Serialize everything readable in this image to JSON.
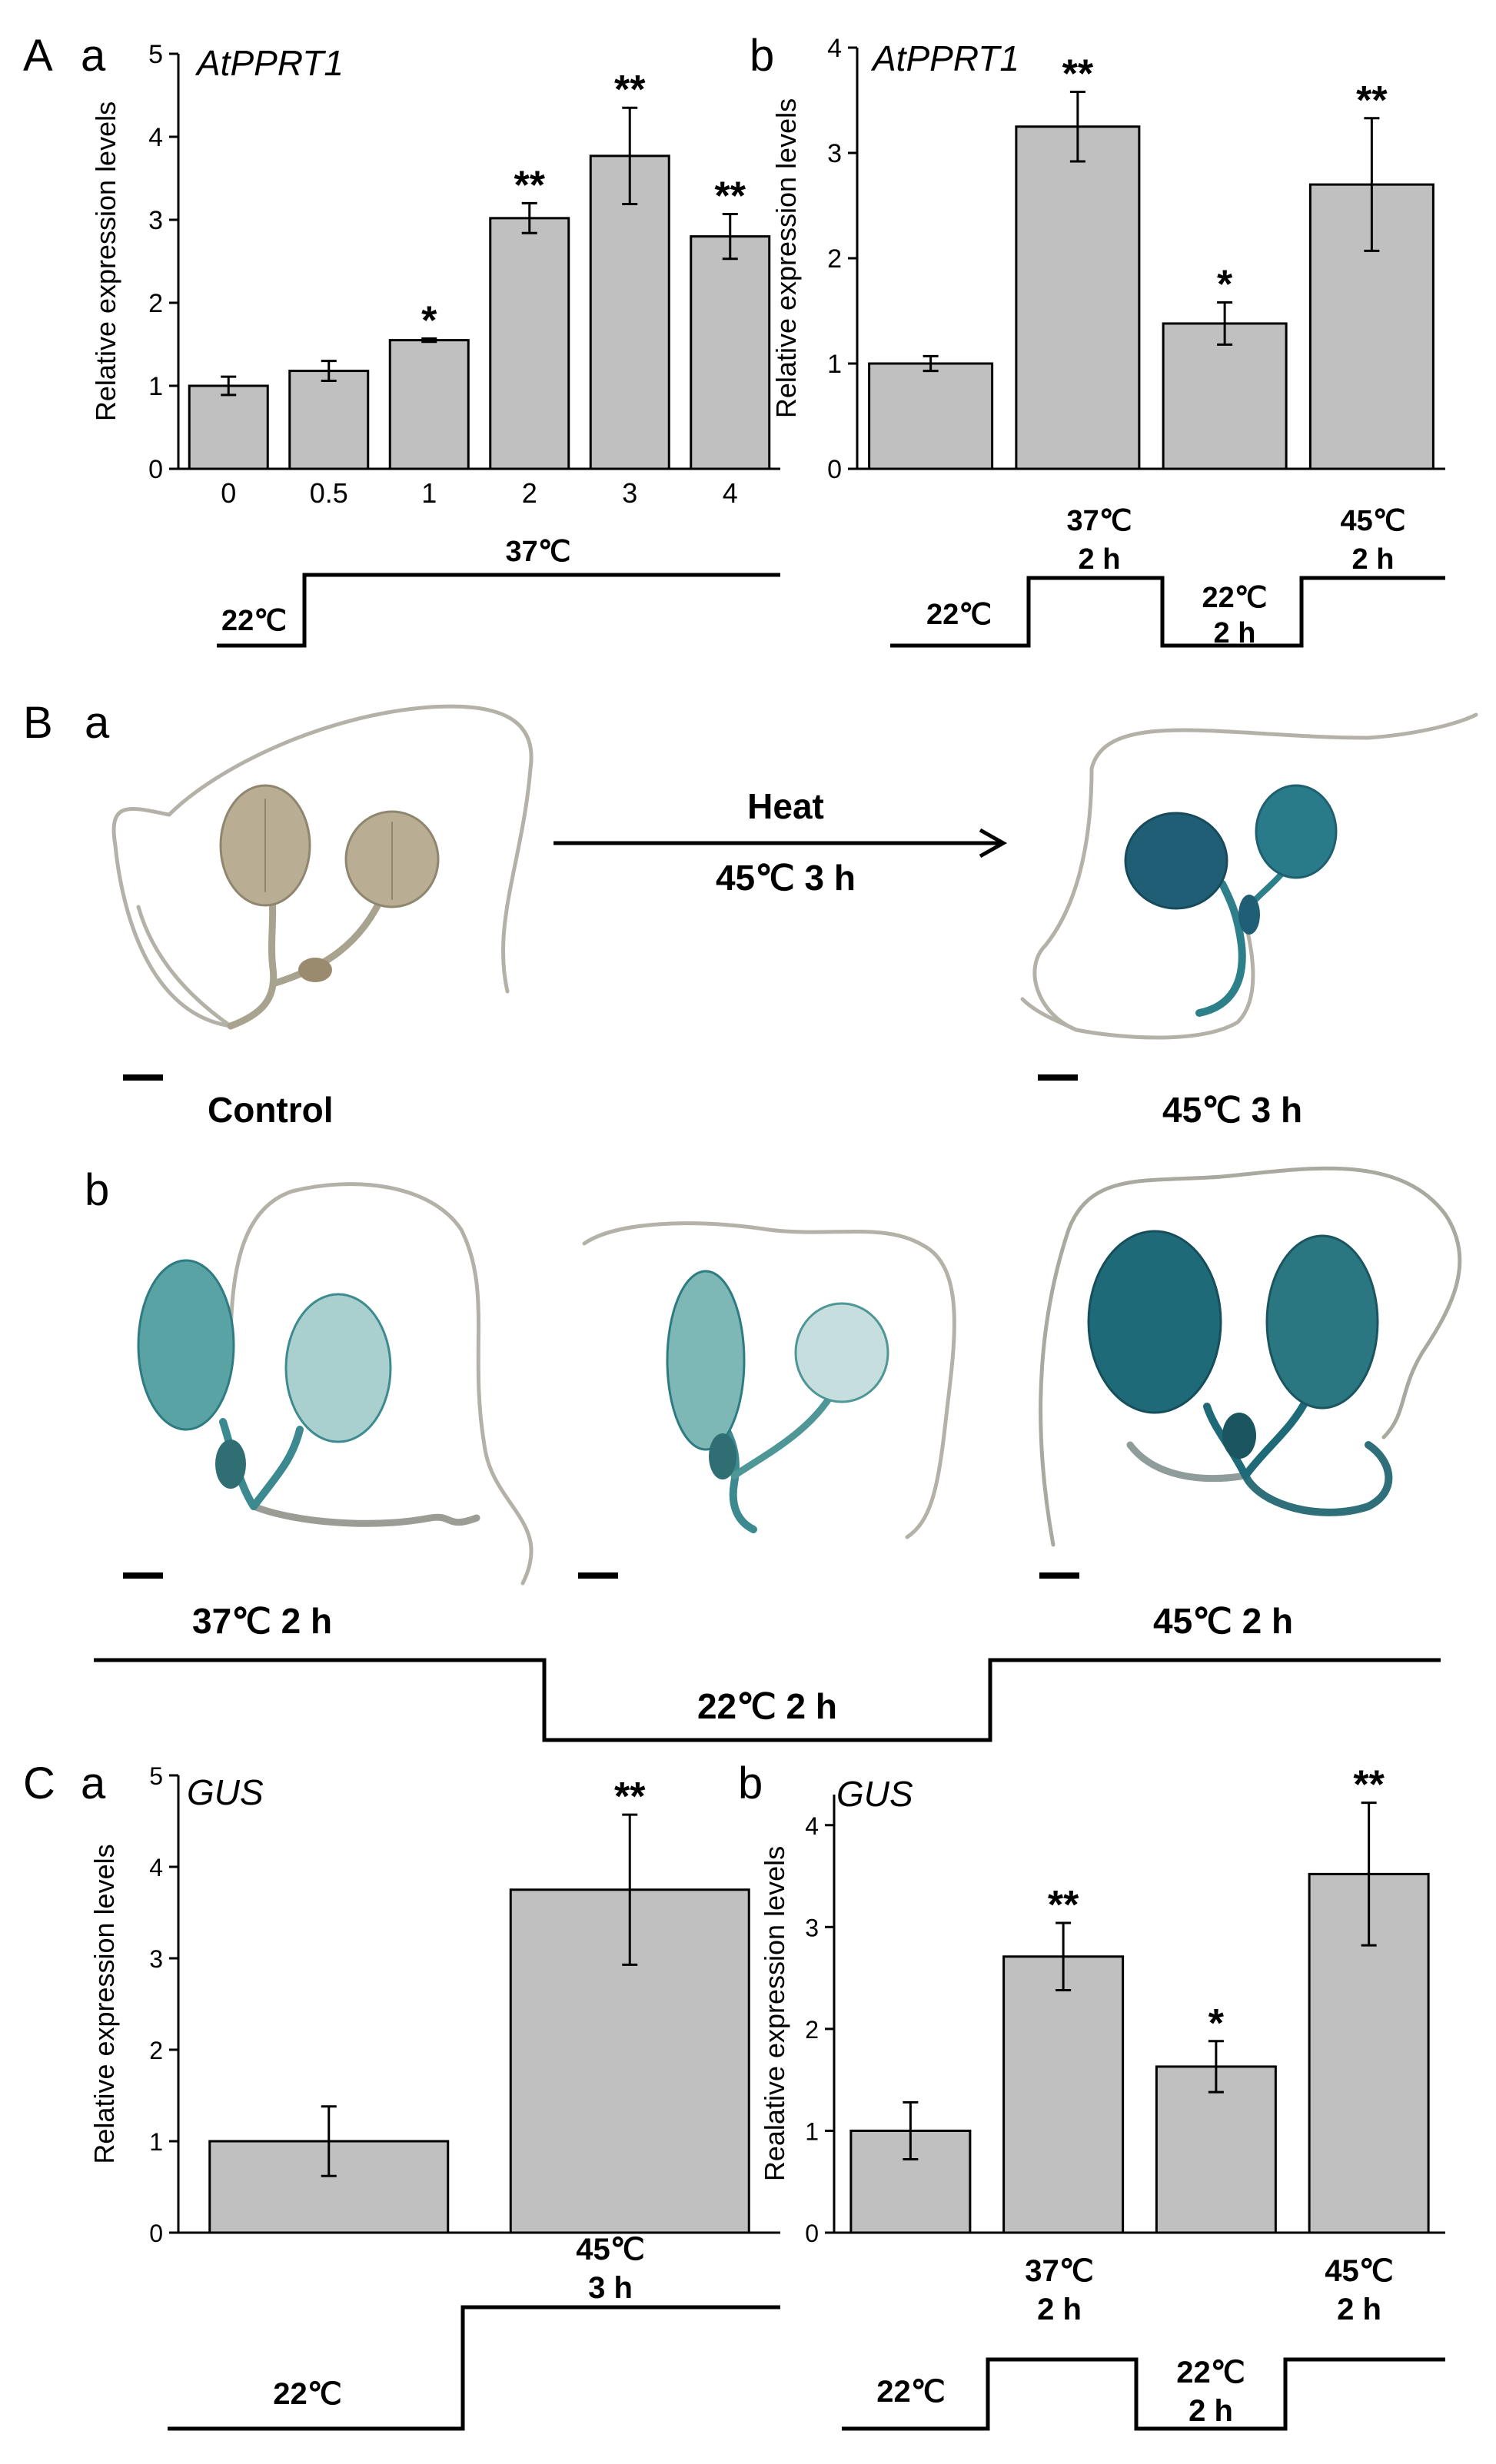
{
  "panel_labels": {
    "A": "A",
    "Aa": "a",
    "Ab": "b",
    "B": "B",
    "Ba": "a",
    "Bb": "b",
    "C": "C",
    "Ca": "a",
    "Cb": "b"
  },
  "chart_data": [
    {
      "id": "Aa",
      "type": "bar",
      "gene_label": "AtPPRT1",
      "ylabel": "Relative expression levels",
      "ylim": [
        0,
        5
      ],
      "yticks": [
        "0",
        "1",
        "2",
        "3",
        "4",
        "5"
      ],
      "categories": [
        "0",
        "0.5",
        "1",
        "2",
        "3",
        "4"
      ],
      "values": [
        1.0,
        1.18,
        1.55,
        3.02,
        3.77,
        2.8
      ],
      "errors": [
        0.11,
        0.12,
        0.02,
        0.18,
        0.58,
        0.27
      ],
      "significance": [
        "",
        "",
        "*",
        "**",
        "**",
        "**"
      ],
      "color": "#c0c0c0",
      "grid": false
    },
    {
      "id": "Ab",
      "type": "bar",
      "gene_label": "AtPPRT1",
      "ylabel": "Relative expression levels",
      "ylim": [
        0,
        4
      ],
      "yticks": [
        "0",
        "1",
        "2",
        "3",
        "4"
      ],
      "categories": [
        "",
        "",
        "",
        ""
      ],
      "values": [
        1.0,
        3.25,
        1.38,
        2.7
      ],
      "errors": [
        0.07,
        0.33,
        0.2,
        0.63
      ],
      "significance": [
        "",
        "**",
        "*",
        "**"
      ],
      "color": "#c0c0c0",
      "grid": false
    },
    {
      "id": "Ca",
      "type": "bar",
      "gene_label": "GUS",
      "ylabel": "Relative expression levels",
      "ylim": [
        0,
        5
      ],
      "yticks": [
        "0",
        "1",
        "2",
        "3",
        "4",
        "5"
      ],
      "categories": [
        "",
        ""
      ],
      "values": [
        1.0,
        3.75
      ],
      "errors": [
        0.38,
        0.82
      ],
      "significance": [
        "",
        "**"
      ],
      "color": "#c0c0c0",
      "grid": false
    },
    {
      "id": "Cb",
      "type": "bar",
      "gene_label": "GUS",
      "ylabel": "Realative expression levels",
      "ylim": [
        0,
        4.3
      ],
      "yticks": [
        "0",
        "1",
        "2",
        "3",
        "4"
      ],
      "categories": [
        "",
        "",
        "",
        ""
      ],
      "values": [
        1.0,
        2.71,
        1.63,
        3.52
      ],
      "errors": [
        0.28,
        0.33,
        0.25,
        0.7
      ],
      "significance": [
        "",
        "**",
        "*",
        "**"
      ],
      "color": "#c0c0c0",
      "grid": false
    }
  ],
  "temperature_labels": {
    "Aa_low": "22℃",
    "Aa_high": "37℃",
    "Ab_22": "22℃",
    "Ab_37": "37℃",
    "Ab_37_time": "2 h",
    "Ab_recovery": "22℃",
    "Ab_recovery_time": "2 h",
    "Ab_45": "45℃",
    "Ab_45_time": "2 h",
    "Ca_low": "22℃",
    "Ca_high": "45℃",
    "Ca_high_time": "3 h",
    "Cb_22": "22℃",
    "Cb_37": "37℃",
    "Cb_37_time": "2 h",
    "Cb_recovery": "22℃",
    "Cb_recovery_time": "2 h",
    "Cb_45": "45℃",
    "Cb_45_time": "2 h"
  },
  "panel_B": {
    "arrow_top": "Heat",
    "arrow_bottom": "45℃ 3 h",
    "control_label": "Control",
    "heat_label": "45℃ 3 h",
    "label_37": "37℃ 2 h",
    "label_22": "22℃ 2 h",
    "label_45": "45℃ 2 h"
  },
  "colors": {
    "bar_fill": "#c0c0c0",
    "stain_blue": "#1f6a78",
    "stain_light": "#bcd9d8",
    "unstained": "#b9ad94",
    "root": "#a9a9a0"
  }
}
